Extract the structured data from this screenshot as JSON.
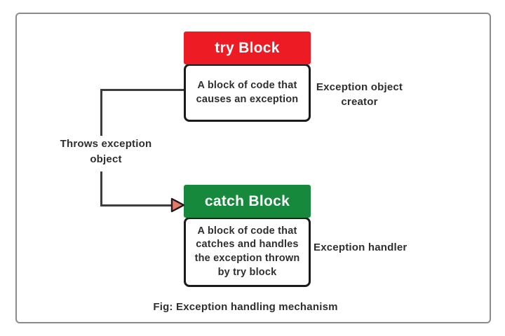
{
  "figure": {
    "caption": "Fig: Exception handling mechanism"
  },
  "try_block": {
    "title": "try Block",
    "description": "A block of code that\ncauses an exception",
    "side_label": "Exception object\ncreator",
    "header_color": "#ED1C24"
  },
  "catch_block": {
    "title": "catch Block",
    "description": "A block of code that\ncatches and handles\nthe exception thrown\nby try block",
    "side_label": "Exception handler",
    "header_color": "#17893C"
  },
  "connector": {
    "label": "Throws exception\nobject",
    "arrow_fill": "#E4786B",
    "arrow_stroke": "#1c1c1c",
    "line_color": "#3D3D3D"
  },
  "colors": {
    "outer_border": "#8B8B8B",
    "box_border": "#1A1A1A",
    "text": "#2E2E2E",
    "background": "#FFFFFF"
  }
}
